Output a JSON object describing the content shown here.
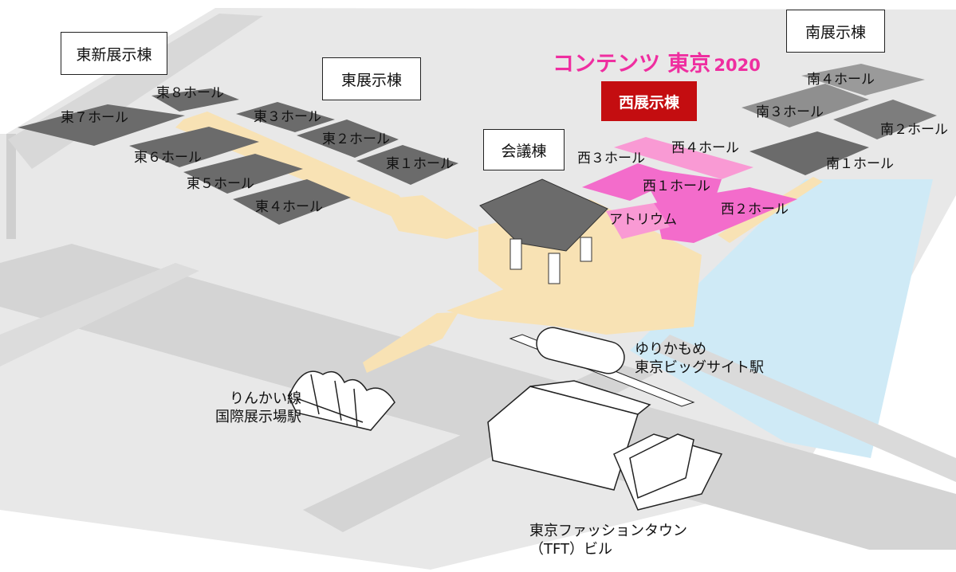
{
  "event": {
    "name": "コンテンツ 東京",
    "year": "2020"
  },
  "buildings": {
    "east_new": "東新展示棟",
    "east": "東展示棟",
    "west": "西展示棟",
    "south": "南展示棟",
    "conference": "会議棟"
  },
  "halls": {
    "east": [
      "東１ホール",
      "東２ホール",
      "東３ホール",
      "東４ホール",
      "東５ホール",
      "東６ホール",
      "東７ホール",
      "東８ホール"
    ],
    "west": [
      "西１ホール",
      "西２ホール",
      "西３ホール",
      "西４ホール"
    ],
    "south": [
      "南１ホール",
      "南２ホール",
      "南３ホール",
      "南４ホール"
    ],
    "atrium": "アトリウム"
  },
  "stations": {
    "rinkai": [
      "りんかい線",
      "国際展示場駅"
    ],
    "yurikamome": [
      "ゆりかもめ",
      "東京ビッグサイト駅"
    ],
    "tft": [
      "東京ファッションタウン",
      "（TFT）ビル"
    ]
  },
  "colors": {
    "ground": "#e6e6e6",
    "road": "#d2d2d2",
    "water": "#cdeaf6",
    "walkway": "#f8e2b4",
    "east_hall": "#6b6b6b",
    "south_hall": "#8f8f8f",
    "west_hall_light": "#f99ad4",
    "west_hall_main": "#f36ccb",
    "highlight_box": "#c40d10",
    "event_text": "#ef2ea0"
  }
}
